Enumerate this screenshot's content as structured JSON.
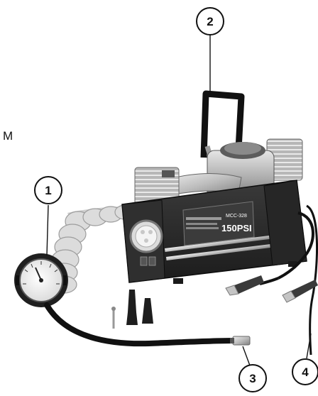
{
  "side_letter": "M",
  "callouts": [
    {
      "id": "1",
      "label": "1"
    },
    {
      "id": "2",
      "label": "2"
    },
    {
      "id": "3",
      "label": "3"
    },
    {
      "id": "4",
      "label": "4"
    }
  ],
  "device": {
    "model_label": "MCC-328",
    "pressure_label": "150PSI"
  },
  "colors": {
    "body_dark": "#2b2b2b",
    "metal_light": "#c9c9c9",
    "metal_mid": "#9a9a9a",
    "hose_light": "#d7d7d7",
    "clamp_dark": "#3a3a3a"
  }
}
